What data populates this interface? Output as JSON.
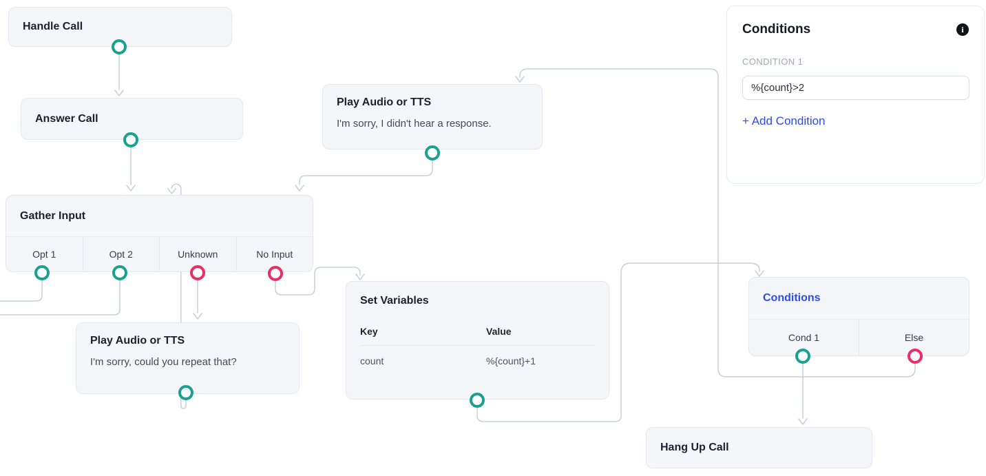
{
  "canvas": {
    "nodes": [
      {
        "id": "handle-call",
        "title": "Handle Call"
      },
      {
        "id": "answer-call",
        "title": "Answer Call"
      },
      {
        "id": "play-audio-top",
        "title": "Play Audio or TTS",
        "body": "I'm sorry, I didn't hear a response."
      },
      {
        "id": "gather-input",
        "title": "Gather Input",
        "outputs": [
          "Opt 1",
          "Opt 2",
          "Unknown",
          "No Input"
        ]
      },
      {
        "id": "play-audio-bottom",
        "title": "Play Audio or TTS",
        "body": "I'm sorry, could you repeat that?"
      },
      {
        "id": "set-variables",
        "title": "Set Variables",
        "table": {
          "headers": [
            "Key",
            "Value"
          ],
          "rows": [
            [
              "count",
              "%{count}+1"
            ]
          ]
        }
      },
      {
        "id": "conditions-node",
        "title": "Conditions",
        "outputs": [
          "Cond 1",
          "Else"
        ]
      },
      {
        "id": "hang-up-call",
        "title": "Hang Up Call"
      }
    ]
  },
  "panel": {
    "title": "Conditions",
    "condition_label": "CONDITION 1",
    "condition_value": "%{count}>2",
    "add_condition_label": "+ Add Condition"
  },
  "colors": {
    "port_green": "#17a28e",
    "port_pink": "#ee2c62",
    "accent_blue": "#2b4bf0",
    "edge_gray": "#c8cfd9",
    "node_bg": "#f4f6fa"
  }
}
